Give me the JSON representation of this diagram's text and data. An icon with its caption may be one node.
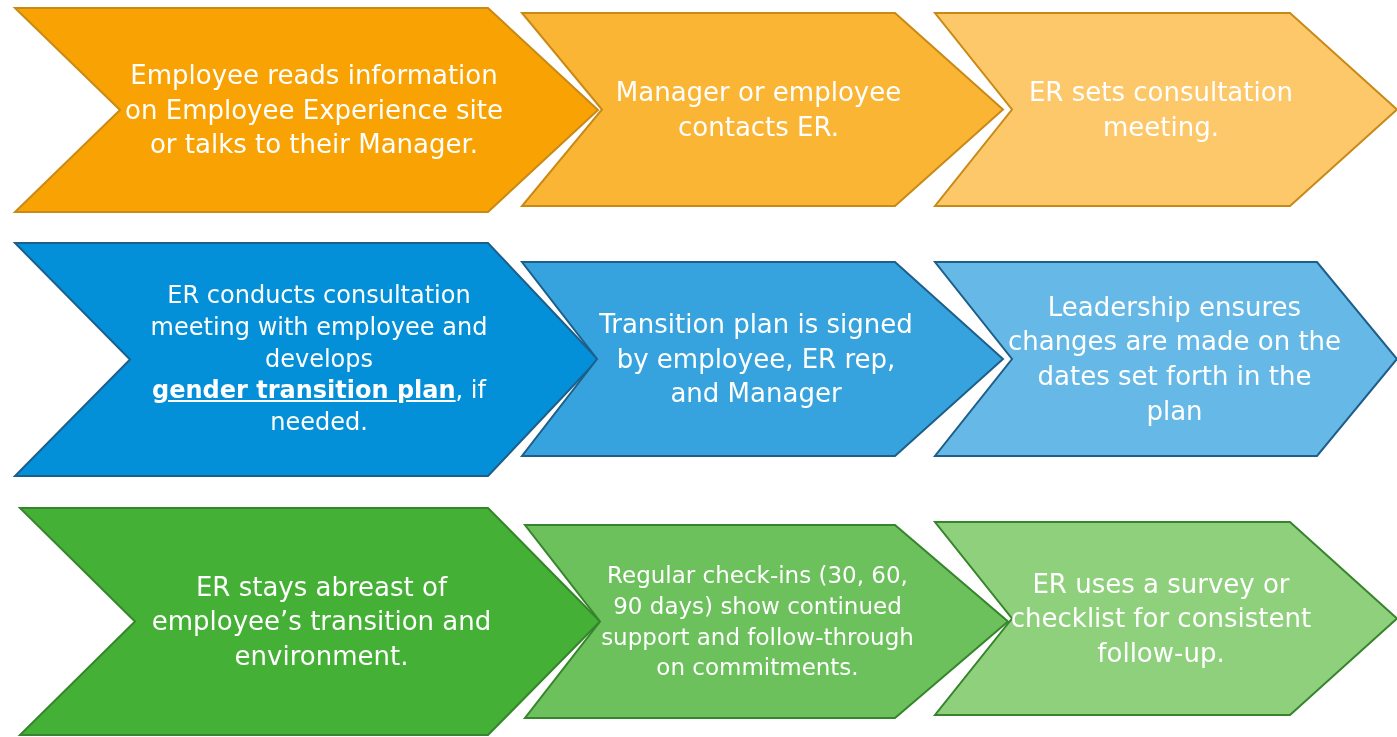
{
  "diagram": {
    "nodes": [
      {
        "text": [
          "Employee reads information on Employee Experience site or talks to their Manager."
        ]
      },
      {
        "text": [
          "Manager or employee contacts ER."
        ]
      },
      {
        "text": [
          "ER sets consultation meeting."
        ]
      },
      {
        "text": [
          "ER conducts consultation meeting with employee and develops **gender transition plan**, if needed."
        ]
      },
      {
        "text": [
          "Transition plan is signed by employee, ER rep, and Manager"
        ]
      },
      {
        "text": [
          "Leadership ensures changes are made on the dates set forth in the plan"
        ]
      },
      {
        "text": [
          "ER stays abreast of employee’s transition and environment."
        ]
      },
      {
        "text": [
          "Regular check-ins (30, 60, 90 days) show continued support and follow-through on commitments."
        ]
      },
      {
        "text": [
          "ER uses a survey or checklist for consistent follow-up."
        ]
      }
    ]
  }
}
